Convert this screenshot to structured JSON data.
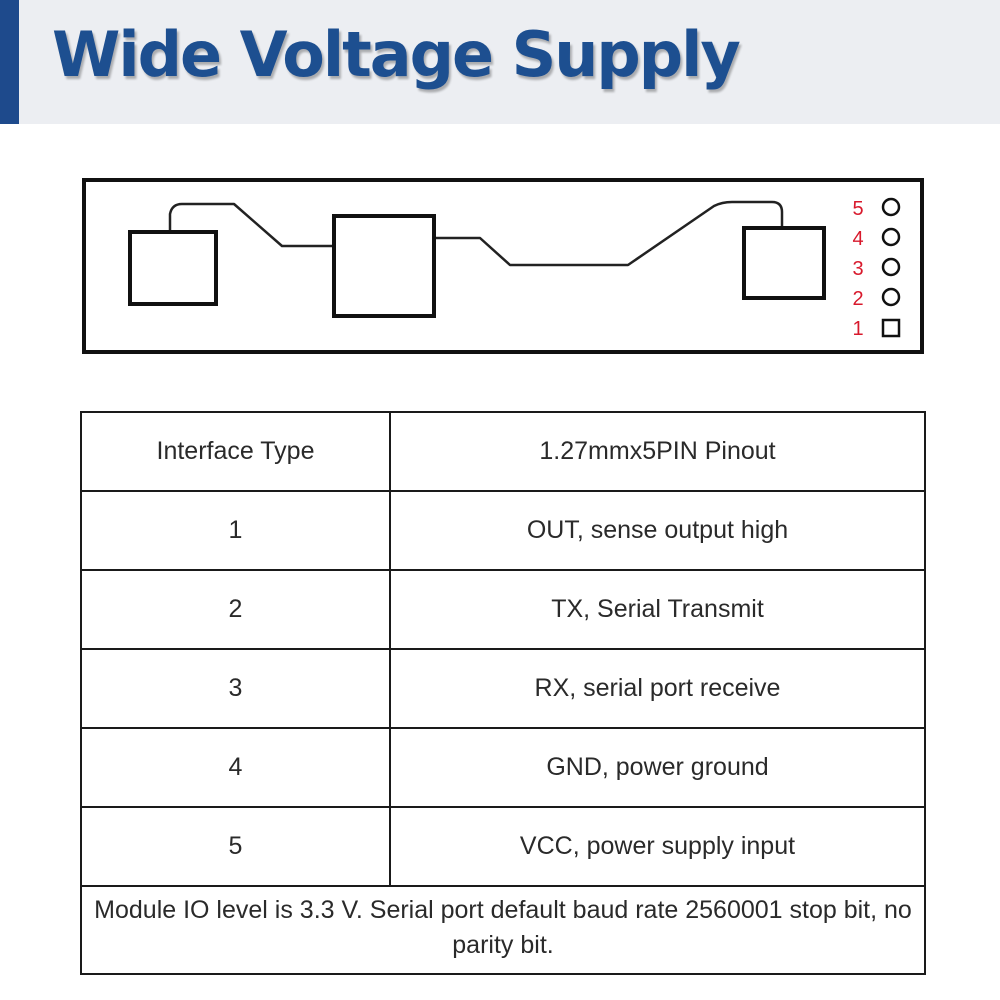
{
  "header": {
    "title": "Wide Voltage Supply",
    "accent_color": "#1e4a8c",
    "title_color": "#1d4f90",
    "background_color": "#eceef2"
  },
  "diagram": {
    "pin_labels": [
      "5",
      "4",
      "3",
      "2",
      "1"
    ],
    "pin_label_color": "#d8192c",
    "pin_shapes": [
      "circle-icon",
      "circle-icon",
      "circle-icon",
      "circle-icon",
      "square-icon"
    ]
  },
  "table": {
    "header": {
      "label": "Interface Type",
      "value": "1.27mmx5PIN Pinout"
    },
    "rows": [
      {
        "pin": "1",
        "description": "OUT, sense output high"
      },
      {
        "pin": "2",
        "description": "TX, Serial Transmit"
      },
      {
        "pin": "3",
        "description": "RX, serial port receive"
      },
      {
        "pin": "4",
        "description": "GND, power ground"
      },
      {
        "pin": "5",
        "description": "VCC, power supply input"
      }
    ],
    "note": "Module IO level is 3.3 V. Serial port default baud rate 2560001 stop bit, no parity bit."
  }
}
